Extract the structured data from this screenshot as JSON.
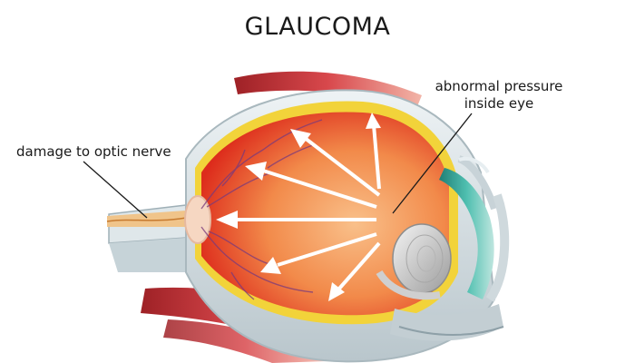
{
  "title": "GLAUCOMA",
  "labels": {
    "optic_nerve_damage": "damage to optic nerve",
    "pressure_line1": "abnormal pressure",
    "pressure_line2": "inside eye"
  },
  "colors": {
    "vitreous_center": "#f6a86a",
    "vitreous_edge": "#e0301e",
    "retina_yellow": "#f2d33a",
    "sclera": "#dfe7ea",
    "muscle": "#c8353a",
    "cornea_teal": "#3aa79a",
    "lens": "#dcdcdc",
    "arrow": "#ffffff",
    "text": "#1a1a1a"
  },
  "icons": [
    "arrow-icon"
  ]
}
